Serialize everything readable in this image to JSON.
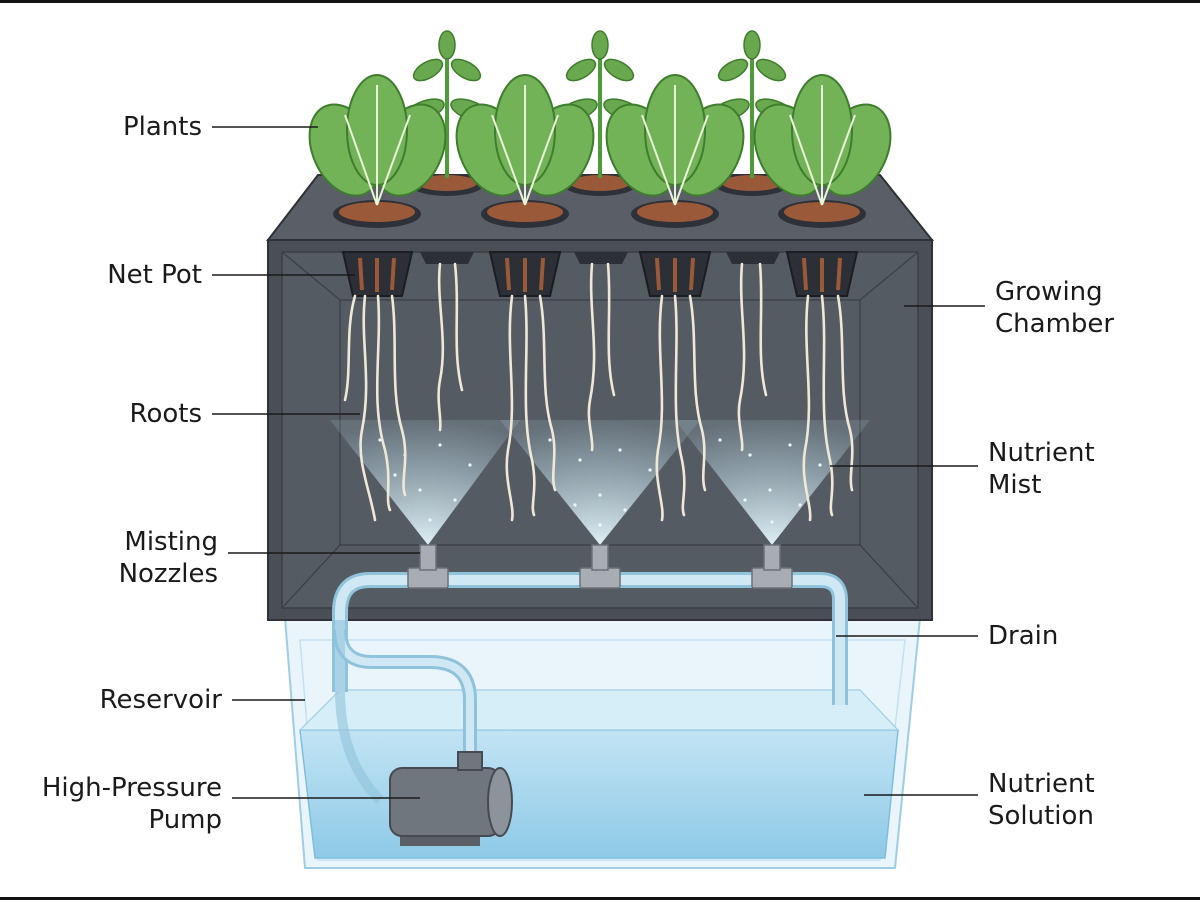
{
  "labels": {
    "plants": "Plants",
    "net_pot": "Net Pot",
    "roots": "Roots",
    "misting_nozzles": [
      "Misting",
      "Nozzles"
    ],
    "reservoir": "Reservoir",
    "pump": [
      "High-Pressure",
      "Pump"
    ],
    "growing_chamber": [
      "Growing",
      "Chamber"
    ],
    "nutrient_mist": [
      "Nutrient",
      "Mist"
    ],
    "drain": "Drain",
    "nutrient_solution": [
      "Nutrient",
      "Solution"
    ]
  },
  "colors": {
    "chamber": "#4a4f57",
    "chamber_dark": "#3b3f46",
    "leaf": "#6aa84f",
    "leaf_dark": "#3f7d2e",
    "pebbles": "#9a5a3a",
    "roots": "#efe8d6",
    "water": "#a9d8ee",
    "mist": "#cfeaf6",
    "pipe": "#b7dcec"
  }
}
